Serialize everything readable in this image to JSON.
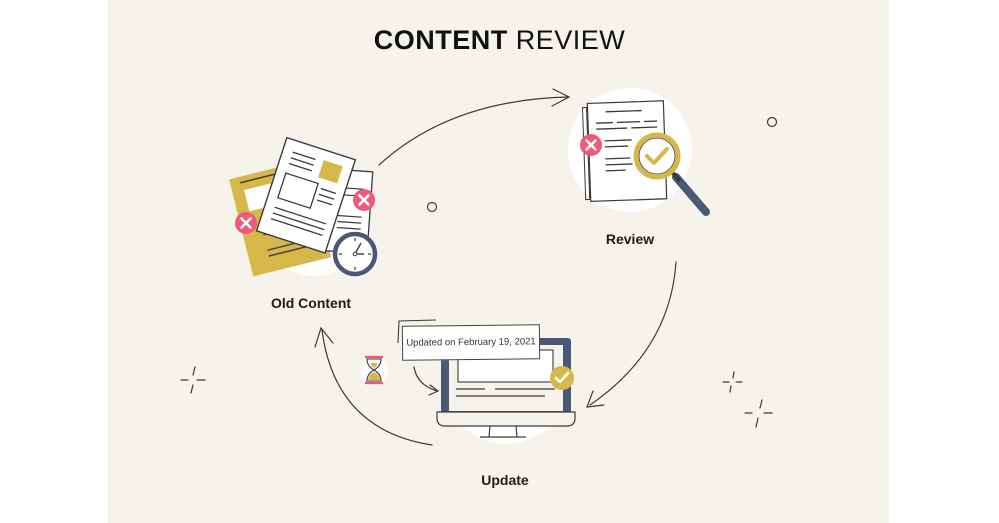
{
  "title": {
    "bold": "CONTENT",
    "regular": "REVIEW"
  },
  "stages": [
    {
      "id": "old-content",
      "label": "Old Content"
    },
    {
      "id": "review",
      "label": "Review"
    },
    {
      "id": "update",
      "label": "Update"
    }
  ],
  "update_note": "Updated on February 19, 2021",
  "flow": [
    "Old Content",
    "Review",
    "Update",
    "Old Content"
  ],
  "colors": {
    "background": "#f6f3ea",
    "mustard": "#d6b84a",
    "navy": "#4a5877",
    "pink": "#ef5a78",
    "ink": "#3a3a3a",
    "white": "#ffffff"
  },
  "icons": [
    "documents-icon",
    "clock-icon",
    "reject-x-icon",
    "magnifier-check-icon",
    "monitor-icon",
    "hourglass-icon",
    "check-badge-icon",
    "sparkle-icon",
    "ring-icon",
    "arrow-icon"
  ]
}
